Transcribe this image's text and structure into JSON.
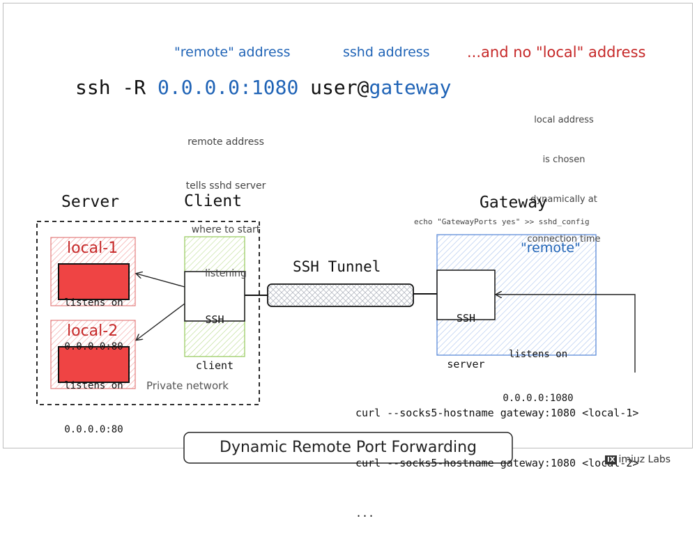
{
  "header": {
    "remote_address_label": "\"remote\" address",
    "sshd_address_label": "sshd address",
    "no_local_label": "...and no \"local\" address",
    "command": {
      "prefix": "ssh -R ",
      "remote_addr": "0.0.0.0:1080",
      "user_at": " user@",
      "host": "gateway"
    },
    "remote_note": [
      "remote address",
      "tells sshd server",
      "where to start",
      "listening"
    ],
    "local_note": [
      "local address",
      "is chosen",
      "dynamically at",
      "connection time"
    ]
  },
  "left": {
    "server_title": "Server",
    "client_title": "Client",
    "private_network_label": "Private network",
    "local1": {
      "title": "local-1",
      "listens": [
        "listens on",
        "0.0.0.0:80"
      ]
    },
    "local2": {
      "title": "local-2",
      "listens": [
        "listens on",
        "0.0.0.0:80"
      ]
    },
    "ssh_client": [
      "SSH",
      "client"
    ]
  },
  "tunnel": {
    "label": "SSH Tunnel"
  },
  "right": {
    "gateway_title": "Gateway",
    "gateway_config": "echo \"GatewayPorts yes\" >> sshd_config",
    "remote_label": "\"remote\"",
    "ssh_server": [
      "SSH",
      "server"
    ],
    "listens": [
      "listens on",
      "0.0.0.0:1080"
    ]
  },
  "commands": [
    "curl --socks5-hostname gateway:1080 <local-1>",
    "curl --socks5-hostname gateway:1080 <local-2>",
    "..."
  ],
  "footer": {
    "title": "Dynamic Remote Port Forwarding",
    "logo_mark": "IX",
    "logo_text": "imiuz Labs"
  },
  "colors": {
    "blue": "#1f63b6",
    "red": "#c62828",
    "local_fill": "#ef4444",
    "client_green": "#7cb342",
    "gateway_blue": "#5b8ad8"
  }
}
